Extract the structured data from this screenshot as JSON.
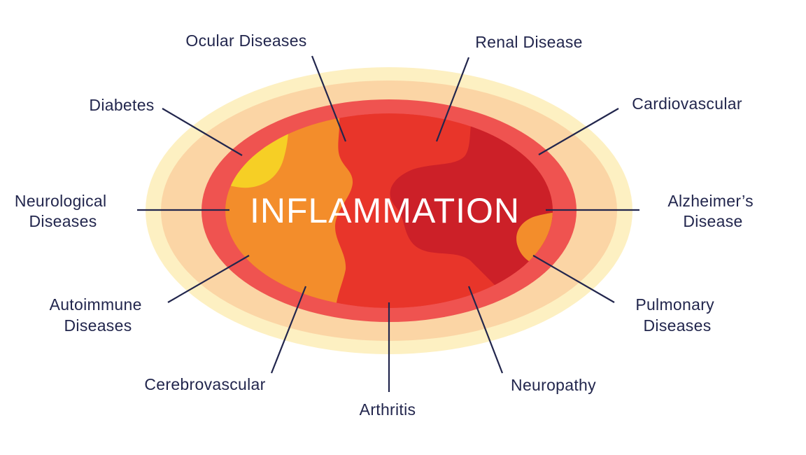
{
  "center_title": "INFLAMMATION",
  "colors": {
    "outer_glow": "#fdf0c2",
    "outer_band": "#fbd5a5",
    "rim": "#ef5350",
    "core_red": "#e8352a",
    "core_dark_red": "#cc2028",
    "orange_region": "#f38d2b",
    "yellow_spot": "#f6cf25",
    "label_text": "#22264d",
    "center_text": "#ffffff"
  },
  "labels": {
    "ocular": [
      "Ocular Diseases"
    ],
    "renal": [
      "Renal Disease"
    ],
    "diabetes": [
      "Diabetes"
    ],
    "cardiovascular": [
      "Cardiovascular"
    ],
    "neurological": [
      "Neurological",
      "Diseases"
    ],
    "alzheimers": [
      "Alzheimer’s",
      "Disease"
    ],
    "autoimmune": [
      "Autoimmune",
      "Diseases"
    ],
    "pulmonary": [
      "Pulmonary",
      "Diseases"
    ],
    "cerebrovascular": [
      "Cerebrovascular"
    ],
    "neuropathy": [
      "Neuropathy"
    ],
    "arthritis": [
      "Arthritis"
    ]
  }
}
